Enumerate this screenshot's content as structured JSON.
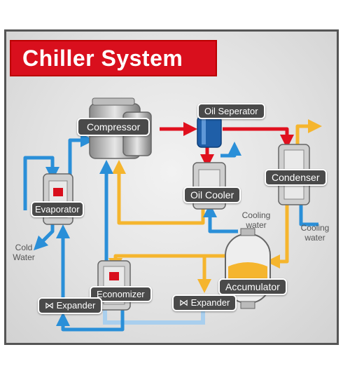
{
  "title": "Chiller System",
  "components": {
    "compressor": "Compressor",
    "oil_separator": "Oil Seperator",
    "oil_cooler": "Oil Cooler",
    "condenser": "Condenser",
    "evaporator": "Evaporator",
    "economizer": "Economizer",
    "accumulator": "Accumulator",
    "expander_left": "Expander",
    "expander_right": "Expander"
  },
  "notes": {
    "cold_water": "Cold Water",
    "cooling_water_oil": "Cooling water",
    "cooling_water_condenser": "Cooling water"
  },
  "colors": {
    "hot_gas": "#e0101e",
    "cold_line": "#2a8fd8",
    "light_cold_line": "#a9cfee",
    "warm_line": "#f5b52e",
    "banner": "#d90f1d",
    "label_bg": "#4a4a4a",
    "oil_separator_tank": "#1f5fa8"
  },
  "icons": {
    "expander_symbol": "bowtie-valve-icon"
  }
}
